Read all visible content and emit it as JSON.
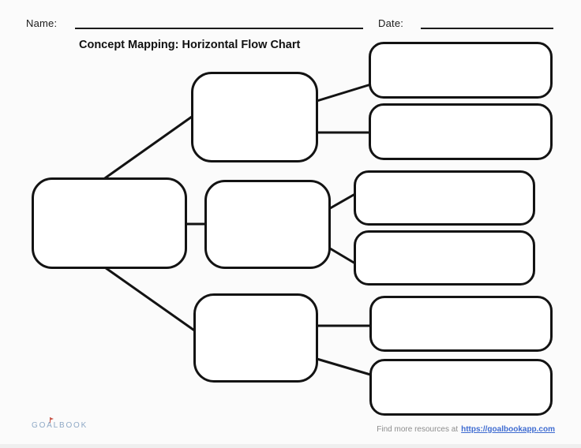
{
  "header": {
    "name_label": "Name:",
    "date_label": "Date:"
  },
  "title": "Concept Mapping: Horizontal Flow Chart",
  "diagram": {
    "type": "blank-horizontal-flow-chart",
    "boxes": [
      {
        "id": "root",
        "level": 1,
        "text": ""
      },
      {
        "id": "branch-top",
        "level": 2,
        "text": ""
      },
      {
        "id": "branch-middle",
        "level": 2,
        "text": ""
      },
      {
        "id": "branch-bottom",
        "level": 2,
        "text": ""
      },
      {
        "id": "leaf-top-1",
        "level": 3,
        "text": ""
      },
      {
        "id": "leaf-top-2",
        "level": 3,
        "text": ""
      },
      {
        "id": "leaf-middle-1",
        "level": 3,
        "text": ""
      },
      {
        "id": "leaf-middle-2",
        "level": 3,
        "text": ""
      },
      {
        "id": "leaf-bottom-1",
        "level": 3,
        "text": ""
      },
      {
        "id": "leaf-bottom-2",
        "level": 3,
        "text": ""
      }
    ],
    "connections": [
      [
        "root",
        "branch-top"
      ],
      [
        "root",
        "branch-middle"
      ],
      [
        "root",
        "branch-bottom"
      ],
      [
        "branch-top",
        "leaf-top-1"
      ],
      [
        "branch-top",
        "leaf-top-2"
      ],
      [
        "branch-middle",
        "leaf-middle-1"
      ],
      [
        "branch-middle",
        "leaf-middle-2"
      ],
      [
        "branch-bottom",
        "leaf-bottom-1"
      ],
      [
        "branch-bottom",
        "leaf-bottom-2"
      ]
    ]
  },
  "footer": {
    "logo_text": "GOALBOOK",
    "resources_text": "Find more resources at",
    "link_text": "https://goalbookapp.com"
  },
  "colors": {
    "box_border": "#131313",
    "connector": "#131313",
    "logo": "#8fa9c6",
    "logo_flag": "#c9584c",
    "link": "#3f6cd1",
    "footer_text": "#8d8d8d",
    "background": "#fbfbfb"
  }
}
